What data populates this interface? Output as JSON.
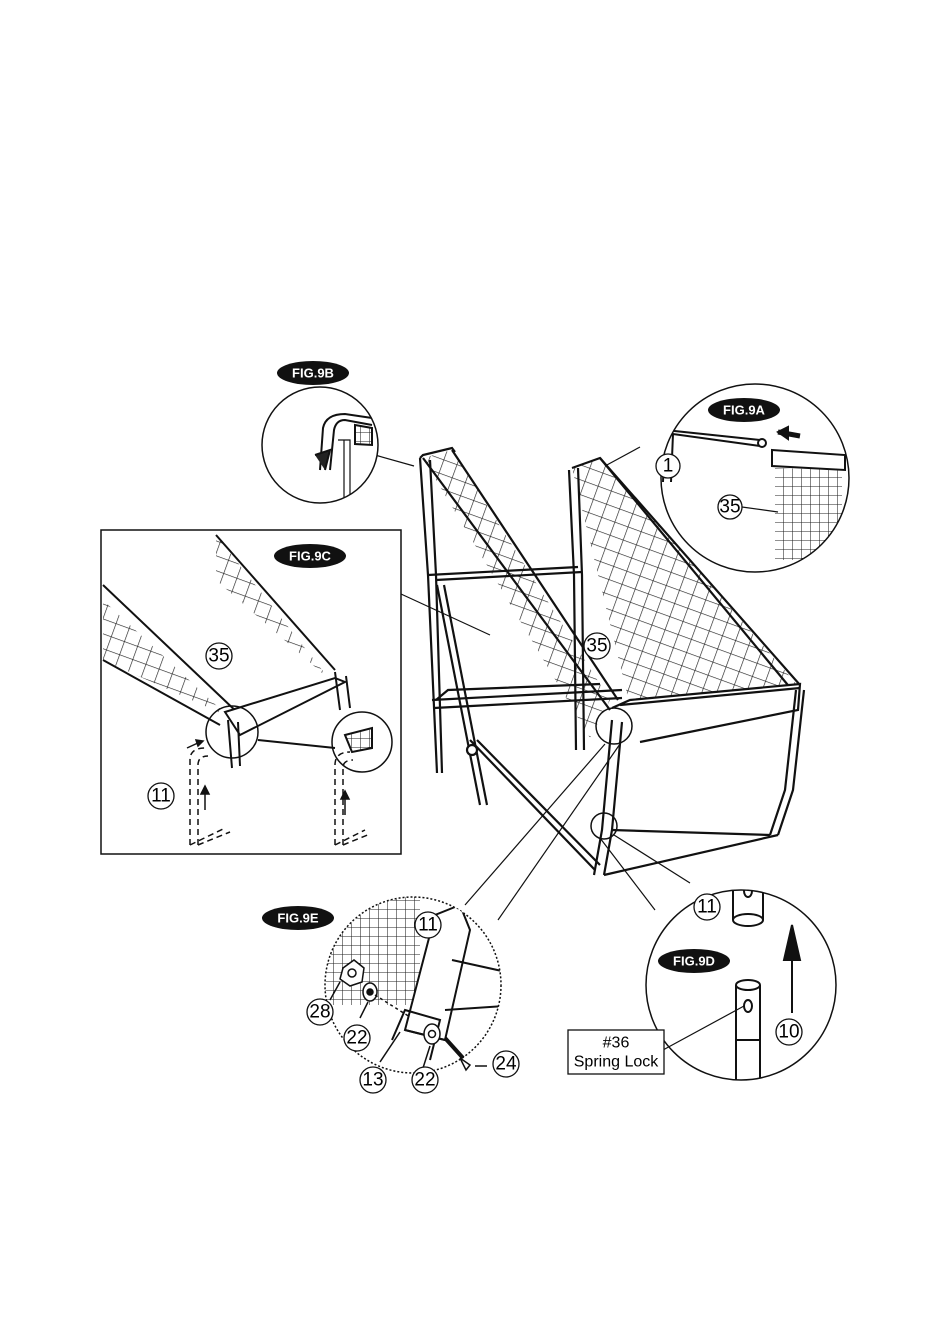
{
  "figures": {
    "fig_9a": "FIG.9A",
    "fig_9b": "FIG.9B",
    "fig_9c": "FIG.9C",
    "fig_9d": "FIG.9D",
    "fig_9e": "FIG.9E"
  },
  "parts": {
    "p1": "1",
    "p35_9a": "35",
    "p35_9c": "35",
    "p35_main": "35",
    "p11_9c": "11",
    "p11_9d": "11",
    "p10": "10",
    "p11_9e": "11",
    "p28": "28",
    "p22_a": "22",
    "p22_b": "22",
    "p13": "13",
    "p24": "24"
  },
  "spring_lock": {
    "line1": "#36",
    "line2": "Spring Lock"
  }
}
